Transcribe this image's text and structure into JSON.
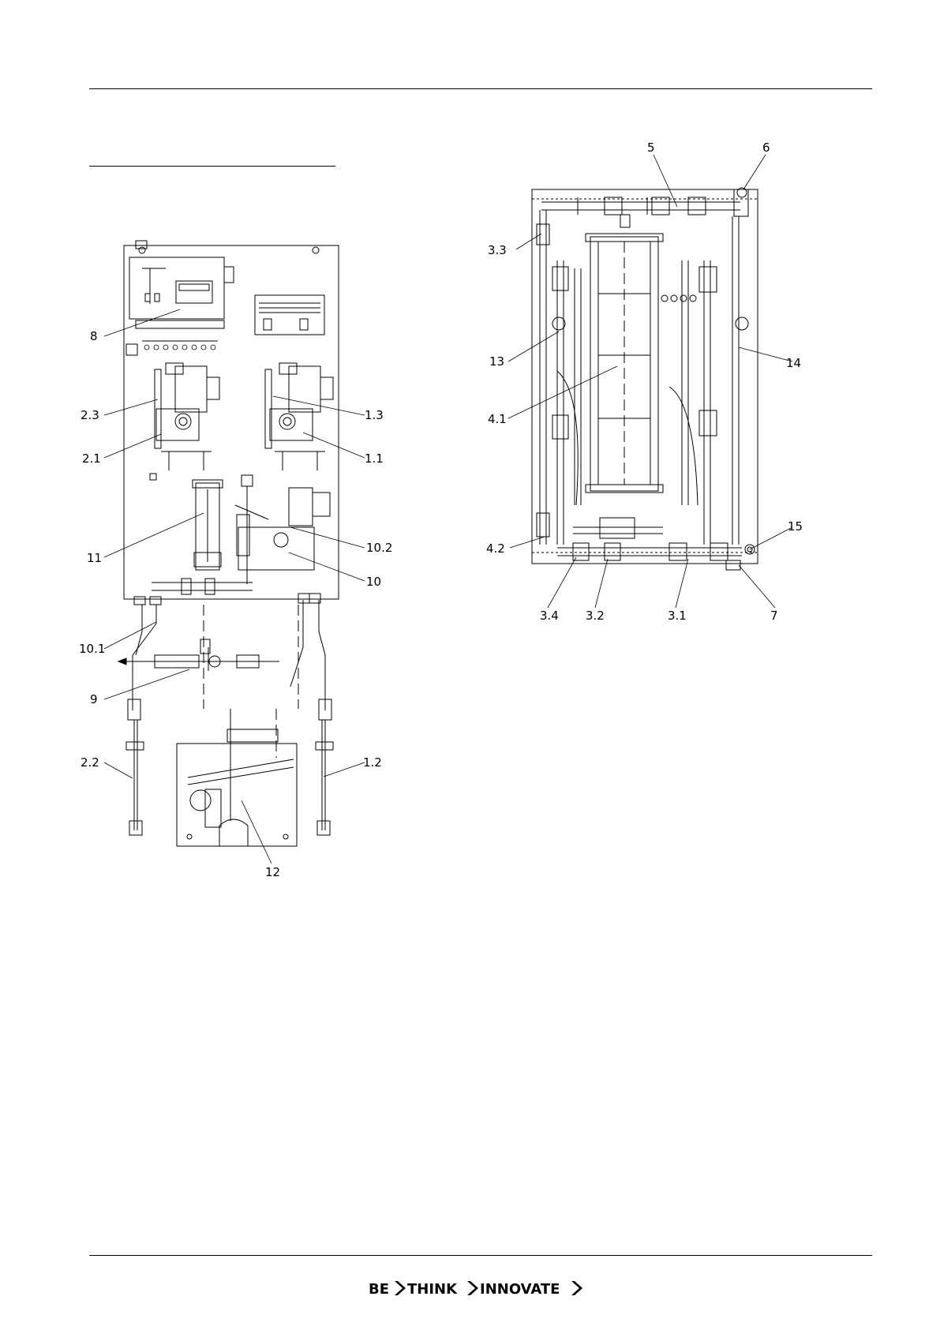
{
  "labels": {
    "left": [
      "8",
      "2.3",
      "2.1",
      "1.3",
      "1.1",
      "11",
      "10.2",
      "10",
      "10.1",
      "9",
      "2.2",
      "1.2",
      "12"
    ],
    "right": [
      "5",
      "6",
      "3.3",
      "13",
      "14",
      "4.1",
      "15",
      "4.2",
      "3.4",
      "3.2",
      "3.1",
      "7"
    ]
  },
  "footer": {
    "words": [
      "BE",
      "THINK",
      "INNOVATE"
    ]
  }
}
